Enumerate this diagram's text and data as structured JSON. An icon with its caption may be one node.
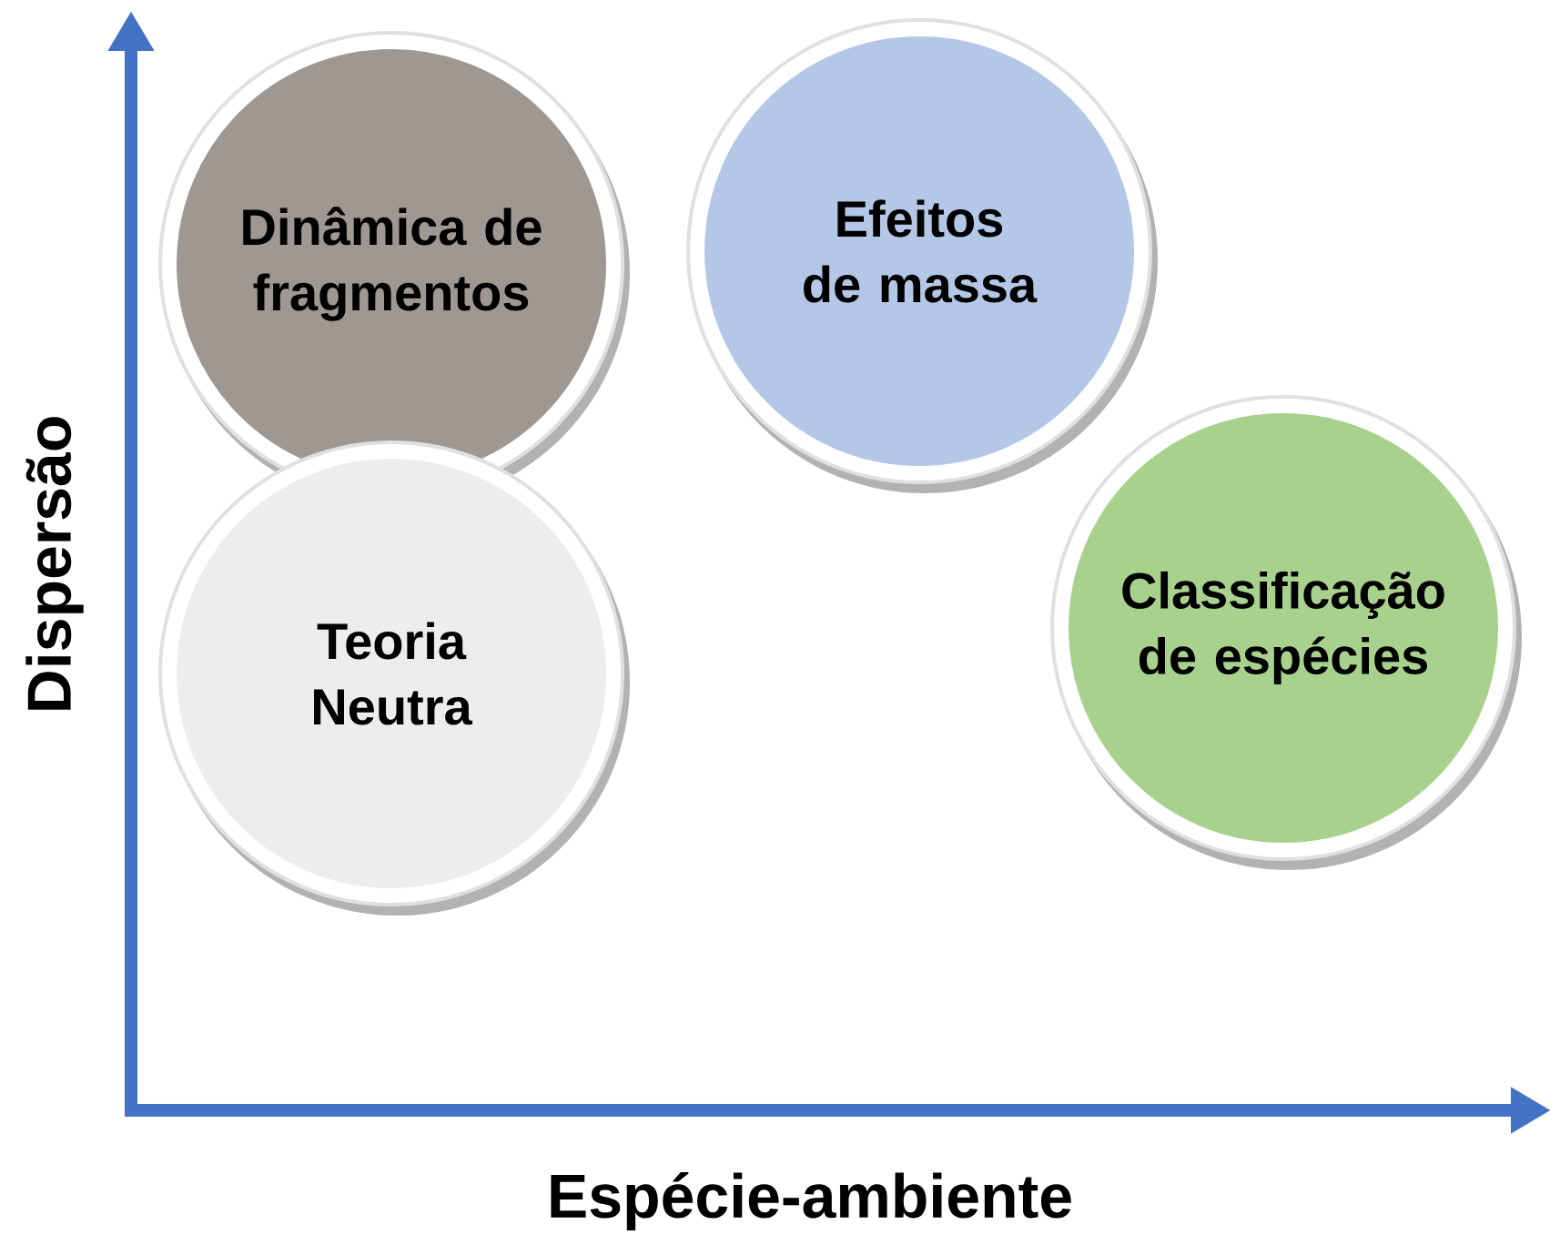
{
  "diagram": {
    "nodes": [
      {
        "text": [
          "Dinâmica de fragmentos"
        ]
      },
      {
        "text": [
          "Efeitos de massa"
        ]
      },
      {
        "text": [
          "Teoria Neutra"
        ]
      },
      {
        "text": [
          "Classificação de espécies"
        ]
      }
    ],
    "labels": [
      "Dispersão",
      "Espécie-ambiente"
    ]
  }
}
